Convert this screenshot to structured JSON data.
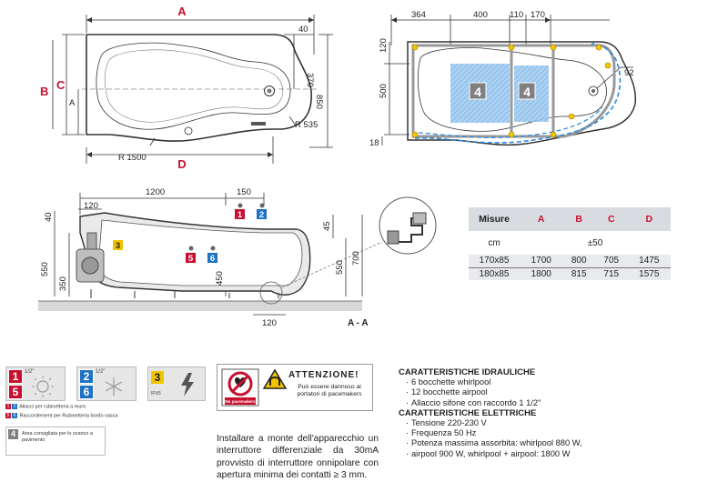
{
  "top_view": {
    "labels": {
      "A": "A",
      "B": "B",
      "C": "C",
      "A_left": "A",
      "D": "D"
    },
    "dims": {
      "d40": "40",
      "d370": "370",
      "d850": "850",
      "r535": "R 535",
      "r1500": "R 1500"
    }
  },
  "plan_view": {
    "dims": {
      "d364": "364",
      "d400": "400",
      "d110": "110",
      "d170": "170",
      "d120": "120",
      "d500": "500",
      "d18": "18",
      "d92": "92"
    },
    "area_marks": [
      "4",
      "4"
    ]
  },
  "section_view": {
    "dims": {
      "d1200": "1200",
      "d150": "150",
      "d40": "40",
      "d120": "120",
      "d45": "45",
      "d550": "550",
      "d350": "350",
      "d450": "450",
      "d550r": "550",
      "d700": "700",
      "d120b": "120"
    },
    "section_label": "A - A",
    "marks": {
      "m1": "1",
      "m2": "2",
      "m3": "3",
      "m5": "5",
      "m6": "6"
    }
  },
  "measures": {
    "header": [
      "Misure",
      "A",
      "B",
      "C",
      "D"
    ],
    "unit_row": {
      "label": "cm",
      "tolerance": "±50"
    },
    "rows": [
      [
        "170x85",
        "1700",
        "800",
        "705",
        "1475"
      ],
      [
        "180x85",
        "1800",
        "815",
        "715",
        "1575"
      ]
    ]
  },
  "legend": {
    "box1": {
      "n1": "1",
      "n5": "5",
      "half": "1/2\""
    },
    "box2": {
      "n2": "2",
      "n6": "6",
      "half": "1/2\""
    },
    "box3": {
      "n3": "3",
      "ip": "IPX5"
    },
    "row_a": {
      "n1": "1",
      "n2": "2",
      "text": "Allacci per rubinetteria a muro"
    },
    "row_b": {
      "n5": "5",
      "n6": "6",
      "text": "Raccordement per Rubinetteria bordo vasca"
    },
    "row_c": {
      "n4": "4",
      "text": "Area consigliata per lo scarico a pavimento"
    }
  },
  "warning": {
    "title": "ATTENZIONE!",
    "text": "Può essere dannoso ai portatori di pacemakers",
    "sign_text": "No pacemakers"
  },
  "install_text": "Installare a monte dell'apparecchio un interruttore differenziale da 30mA provvisto di interruttore onnipolare con apertura minima dei contatti ≥ 3 mm.",
  "specs": {
    "hydraulic_title": "CARATTERISTICHE IDRAULICHE",
    "hydraulic": [
      "6 bocchette whirlpool",
      "12 bocchette airpool",
      "Allaccio sifone con raccordo 1 1/2\""
    ],
    "electric_title": "CARATTERISTICHE ELETTRICHE",
    "electric": [
      "Tensione 220-230 V",
      "Frequenza 50 Hz",
      "Potenza massima assorbita: whirlpool 880 W,",
      "airpool 900 W, whirlpool + airpool: 1800 W"
    ]
  },
  "colors": {
    "red": "#c8102e",
    "blue": "#1d72c4",
    "yellow": "#f2c400",
    "grey": "#e6e6e6"
  }
}
